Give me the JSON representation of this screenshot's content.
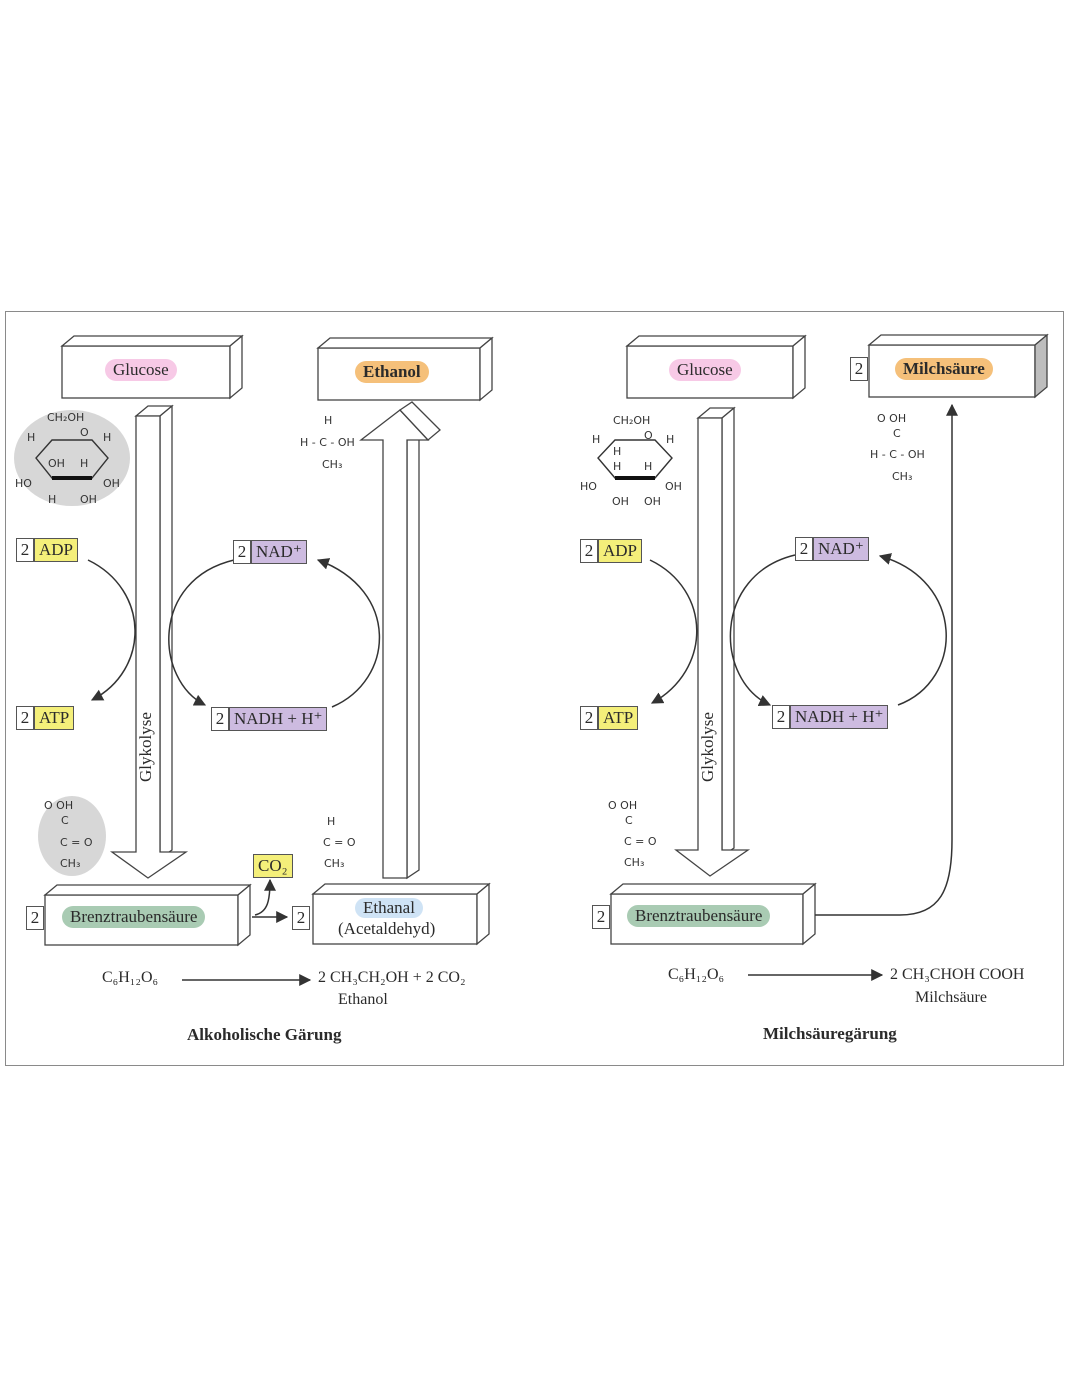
{
  "left": {
    "glucose": "Glucose",
    "product": "Ethanol",
    "adp": "ADP",
    "atp": "ATP",
    "nad": "NAD⁺",
    "nadh": "NADH + H⁺",
    "co2": "CO₂",
    "pyruvate": "Brenztraubensäure",
    "ethanal": "Ethanal",
    "ethanal_sub": "(Acetaldehyd)",
    "glykolyse": "Glykolyse",
    "num2": "2",
    "eq_left": "C₆H₁₂O₆",
    "eq_right": "2 CH₃CH₂OH + 2 CO₂",
    "eq_right_sub": "Ethanol",
    "caption": "Alkoholische Gärung"
  },
  "right": {
    "glucose": "Glucose",
    "product": "Milchsäure",
    "adp": "ADP",
    "atp": "ATP",
    "nad": "NAD⁺",
    "nadh": "NADH + H⁺",
    "pyruvate": "Brenztraubensäure",
    "glykolyse": "Glykolyse",
    "num2": "2",
    "eq_left": "C₆H₁₂O₆",
    "eq_right": "2 CH₃CHOH COOH",
    "eq_right_sub": "Milchsäure",
    "caption": "Milchsäuregärung"
  },
  "chem": {
    "ch2oh": "CH₂OH",
    "o": "O",
    "h": "H",
    "oh": "OH",
    "ho": "HO",
    "ethanol_top": "H",
    "ethanol_mid": "H - C - OH",
    "ethanol_bot": "CH₃",
    "ethanal_top": "H",
    "ethanal_mid": "C = O",
    "ethanal_bot": "CH₃",
    "pyr_top": "O    OH",
    "pyr_c": "C",
    "pyr_mid": "C = O",
    "pyr_bot": "CH₃",
    "lac_top": "O    OH",
    "lac_c": "C",
    "lac_mid": "H - C - OH",
    "lac_bot": "CH₃"
  },
  "colors": {
    "glucose": "#f7c9e6",
    "product": "#f5c07a",
    "pyruvate": "#a9cbb3",
    "ethanal": "#cfe3f5",
    "adp_atp": "#f4ef7a",
    "nad": "#cdbbe0"
  }
}
